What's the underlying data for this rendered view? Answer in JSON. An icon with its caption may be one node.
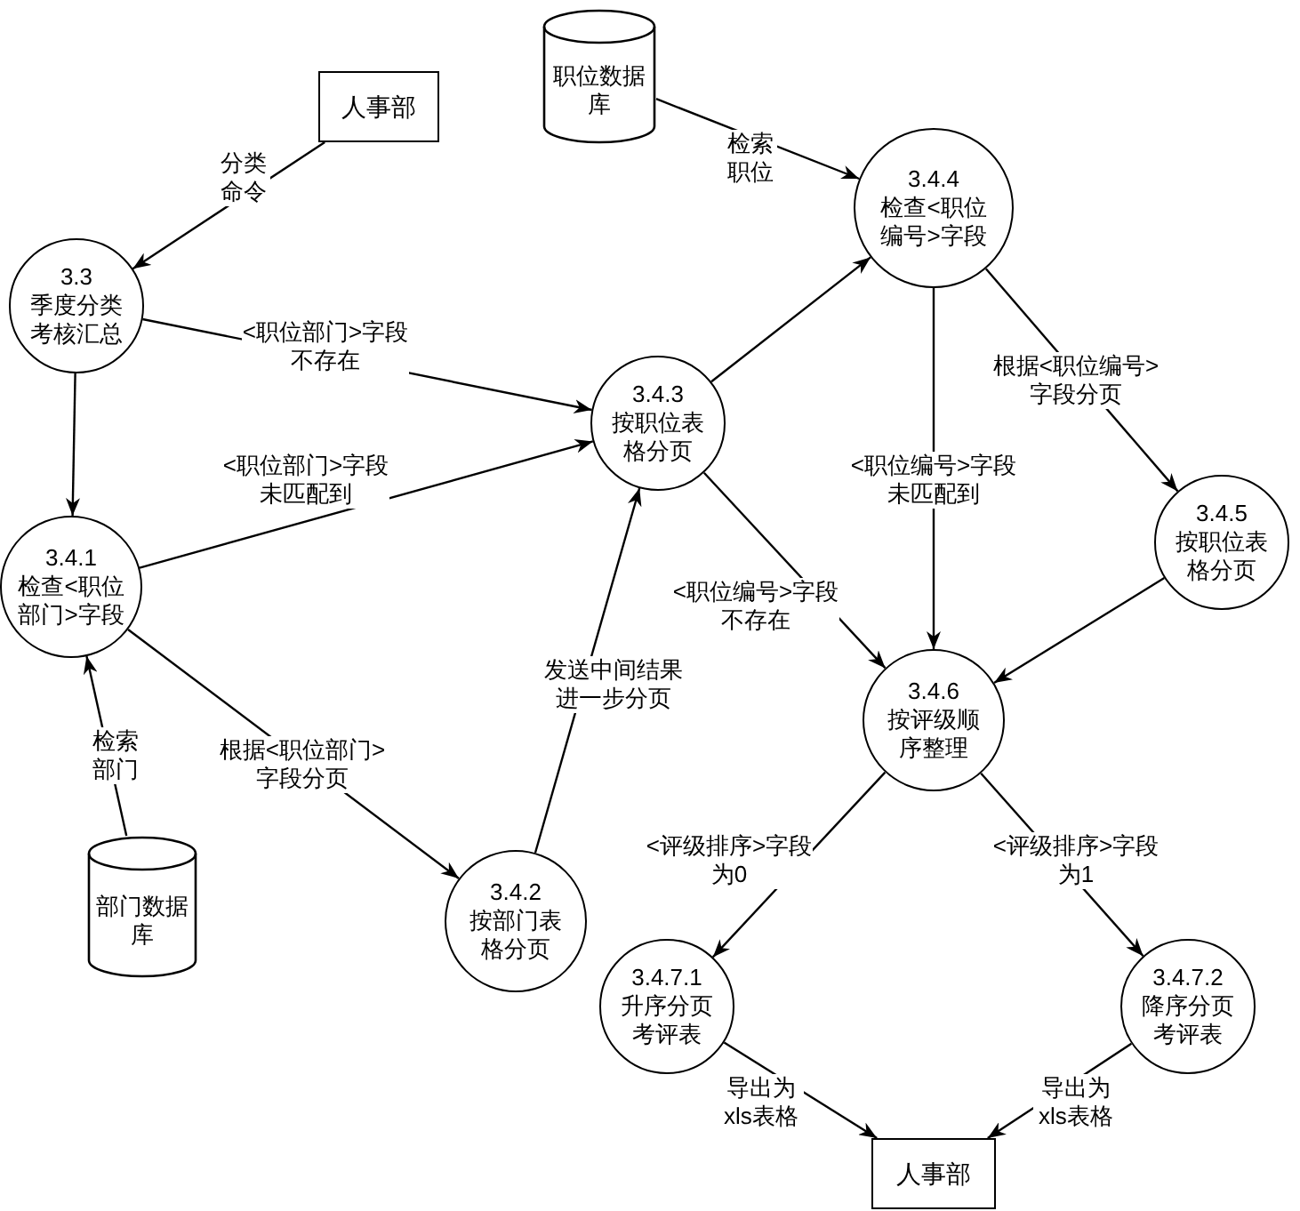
{
  "diagram": {
    "nodes": [
      {
        "text": [
          "人事部"
        ]
      },
      {
        "text": [
          "职位数据库"
        ]
      },
      {
        "text": [
          "3.3",
          "季度分类考核汇总"
        ]
      },
      {
        "text": [
          "3.4.3",
          "按职位表格分页"
        ]
      },
      {
        "text": [
          "3.4.4",
          "检查<职位编号>字段"
        ]
      },
      {
        "text": [
          "3.4.1",
          "检查<职位部门>字段"
        ]
      },
      {
        "text": [
          "3.4.5",
          "按职位表格分页"
        ]
      },
      {
        "text": [
          "3.4.6",
          "按评级顺序整理"
        ]
      },
      {
        "text": [
          "部门数据库"
        ]
      },
      {
        "text": [
          "3.4.2",
          "按部门表格分页"
        ]
      },
      {
        "text": [
          "3.4.7.1",
          "升序分页考评表"
        ]
      },
      {
        "text": [
          "3.4.7.2",
          "降序分页考评表"
        ]
      },
      {
        "text": [
          "人事部"
        ]
      }
    ],
    "edges": [
      {
        "from": 0,
        "to": 2,
        "arrow": "to",
        "label": "分类命令"
      },
      {
        "from": 1,
        "to": 4,
        "arrow": "to",
        "label": "检索职位"
      },
      {
        "from": 2,
        "to": 3,
        "arrow": "to",
        "label": "<职位部门>字段不存在"
      },
      {
        "from": 2,
        "to": 5,
        "arrow": "to"
      },
      {
        "from": 5,
        "to": 3,
        "arrow": "to",
        "label": "<职位部门>字段未匹配到"
      },
      {
        "from": 5,
        "to": 9,
        "arrow": "to",
        "label": "根据<职位部门>字段分页"
      },
      {
        "from": 8,
        "to": 5,
        "arrow": "to",
        "label": "检索部门"
      },
      {
        "from": 9,
        "to": 3,
        "arrow": "to",
        "label": "发送中间结果进一步分页"
      },
      {
        "from": 3,
        "to": 4,
        "arrow": "to"
      },
      {
        "from": 4,
        "to": 6,
        "arrow": "to",
        "label": "根据<职位编号>字段分页"
      },
      {
        "from": 4,
        "to": 7,
        "arrow": "to",
        "label": "<职位编号>字段未匹配到"
      },
      {
        "from": 3,
        "to": 7,
        "arrow": "to",
        "label": "<职位编号>字段不存在"
      },
      {
        "from": 6,
        "to": 7,
        "arrow": "to"
      },
      {
        "from": 7,
        "to": 10,
        "arrow": "to",
        "label": "<评级排序>字段为0"
      },
      {
        "from": 7,
        "to": 11,
        "arrow": "to",
        "label": "<评级排序>字段为1"
      },
      {
        "from": 10,
        "to": 12,
        "arrow": "to",
        "label": "导出为xls表格"
      },
      {
        "from": 11,
        "to": 12,
        "arrow": "to",
        "label": "导出为xls表格"
      }
    ]
  }
}
